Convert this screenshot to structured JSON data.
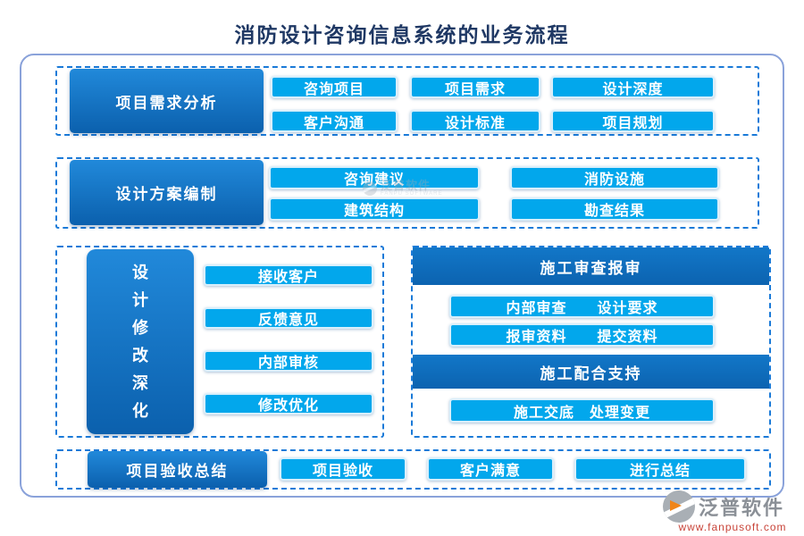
{
  "title": "消防设计咨询信息系统的业务流程",
  "colors": {
    "title_text": "#1f3864",
    "button_fill": "#02a7ec",
    "label_gradient_top": "#2189da",
    "label_gradient_bottom": "#0b60ad",
    "dashed_border": "#1a7ad8",
    "outer_border": "#8aa2da",
    "brand_url_text": "#c9453a"
  },
  "sections": {
    "requirement_analysis": {
      "label": "项目需求分析",
      "buttons": [
        "咨询项目",
        "项目需求",
        "设计深度",
        "客户沟通",
        "设计标准",
        "项目规划"
      ]
    },
    "scheme_design": {
      "label": "设计方案编制",
      "buttons": [
        "咨询建议",
        "消防设施",
        "建筑结构",
        "勘查结果"
      ]
    },
    "design_revision": {
      "label": "设计修改深化",
      "buttons": [
        "接收客户",
        "反馈意见",
        "内部审核",
        "修改优化"
      ]
    },
    "construction_review": {
      "header": "施工审查报审",
      "buttons": [
        "内部审查　　设计要求",
        "报审资料　　提交资料"
      ]
    },
    "construction_support": {
      "header": "施工配合支持",
      "buttons": [
        "施工交底　处理变更"
      ]
    },
    "acceptance_summary": {
      "label": "项目验收总结",
      "buttons": [
        "项目验收",
        "客户满意",
        "进行总结"
      ]
    }
  },
  "watermark": {
    "name": "泛普软件",
    "subtext": "FANPU SOFTWARE"
  },
  "logo": {
    "name": "泛普软件",
    "url": "www.fanpusoft.com"
  }
}
